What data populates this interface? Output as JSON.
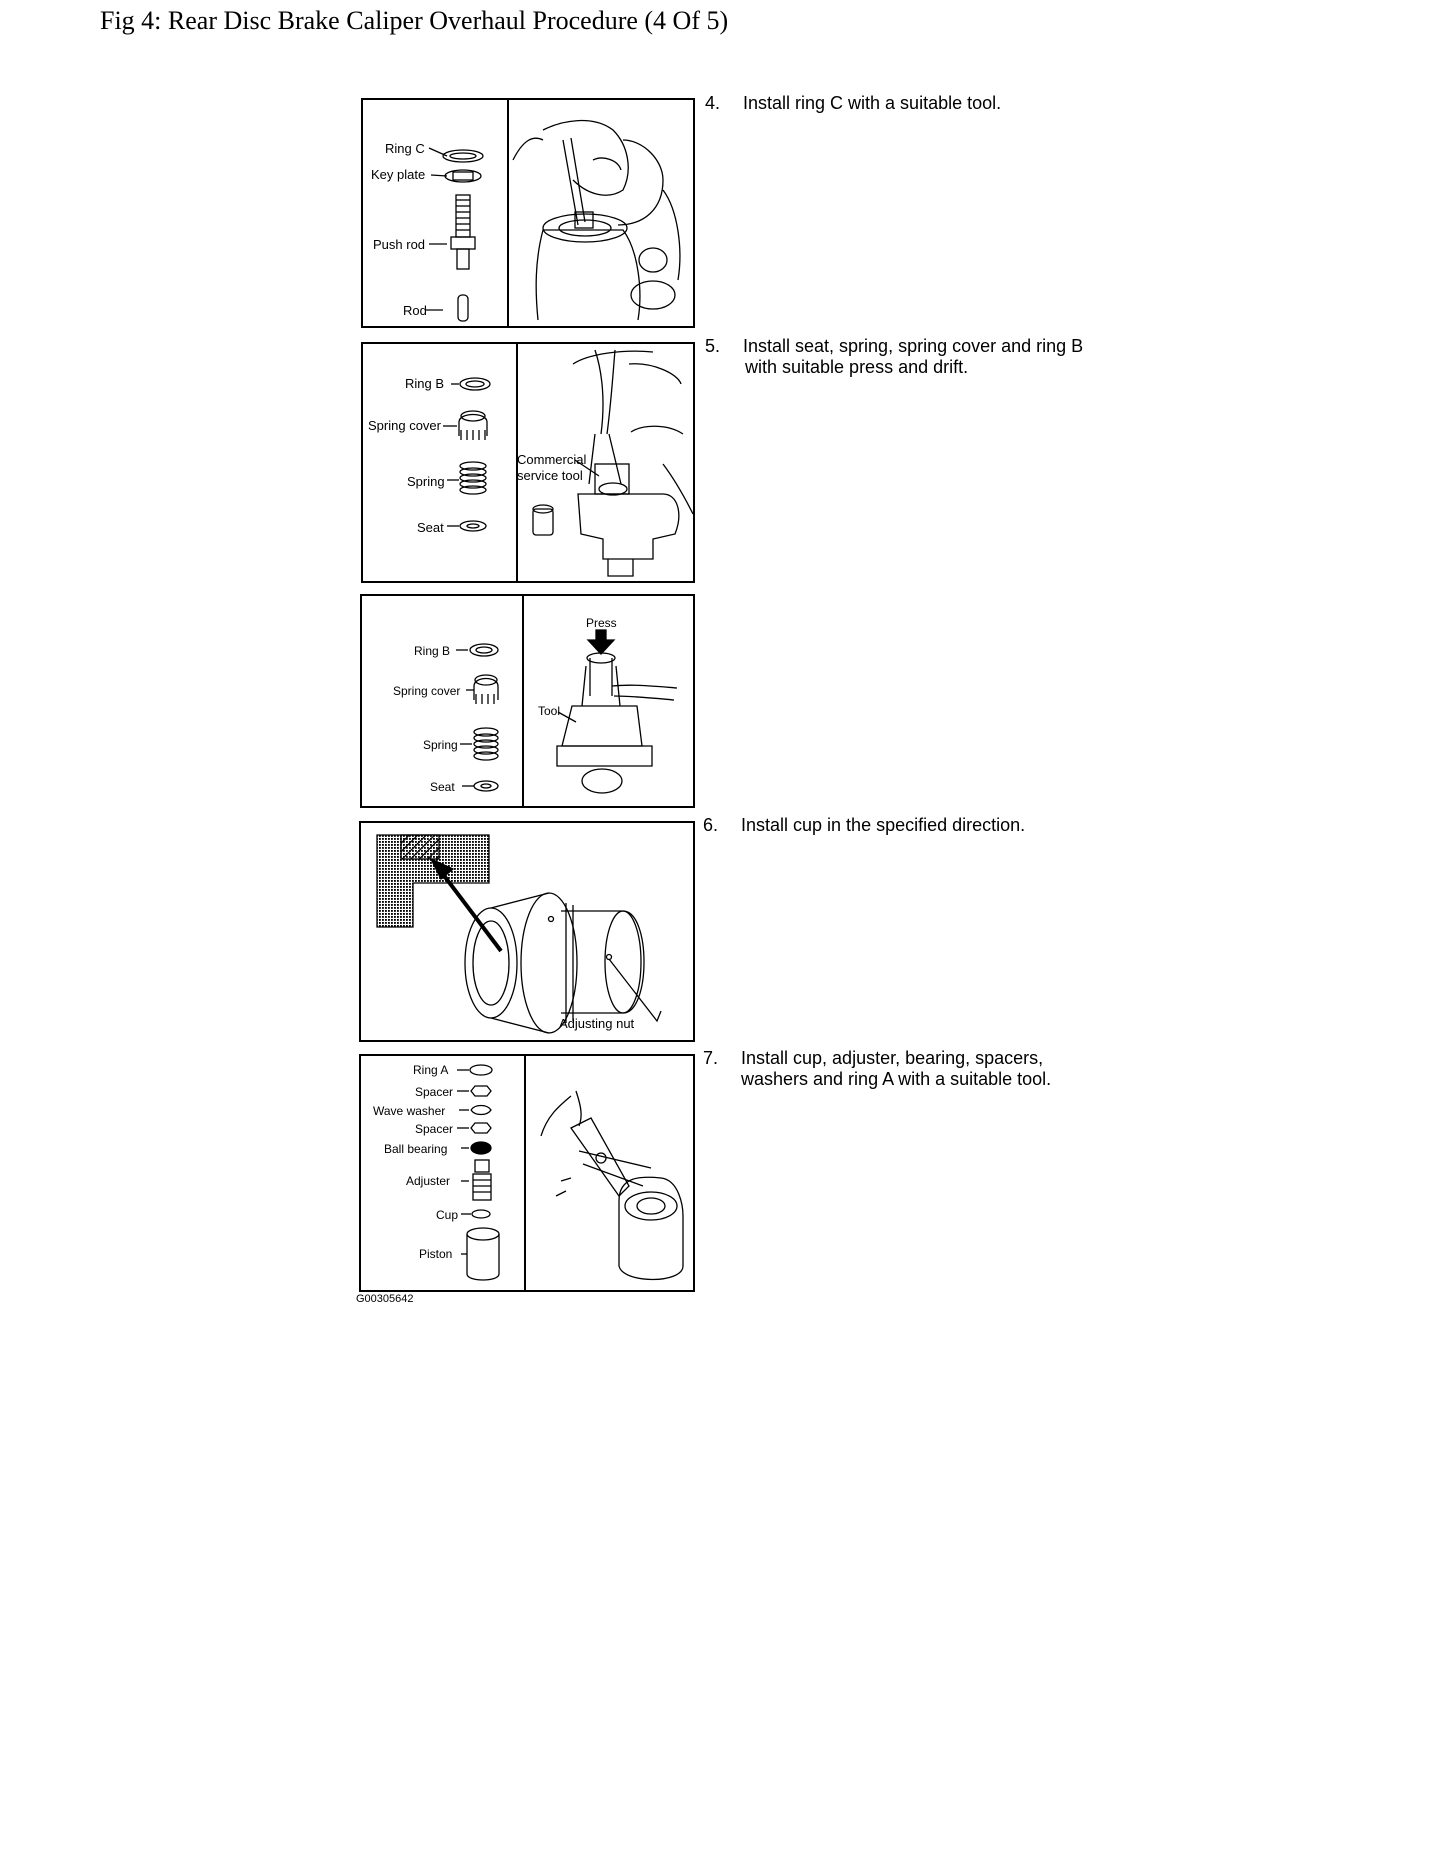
{
  "figure": {
    "title": "Fig 4: Rear Disc Brake Caliper Overhaul Procedure (4 Of 5)",
    "code": "G00305642"
  },
  "steps": [
    {
      "number": "4.",
      "lines": [
        "Install ring C with a suitable tool."
      ]
    },
    {
      "number": "5.",
      "lines": [
        "Install seat, spring, spring cover and ring B",
        "with suitable press and drift."
      ]
    },
    {
      "number": "6.",
      "lines": [
        "Install cup in the specified direction."
      ]
    },
    {
      "number": "7.",
      "lines": [
        "Install cup, adjuster, bearing, spacers,",
        "washers and ring A with a suitable tool."
      ]
    }
  ],
  "panels": {
    "p1": {
      "labels": [
        "Ring C",
        "Key plate",
        "Push rod",
        "Rod"
      ]
    },
    "p2": {
      "labels": [
        "Ring B",
        "Spring cover",
        "Spring",
        "Seat",
        "Commercial",
        "service tool"
      ]
    },
    "p3": {
      "labels": [
        "Press",
        "Ring B",
        "Spring cover",
        "Spring",
        "Seat",
        "Tool"
      ]
    },
    "p4": {
      "labels": [
        "Adjusting nut"
      ]
    },
    "p5": {
      "labels": [
        "Ring A",
        "Spacer",
        "Wave washer",
        "Spacer",
        "Ball bearing",
        "Adjuster",
        "Cup",
        "Piston"
      ]
    }
  }
}
